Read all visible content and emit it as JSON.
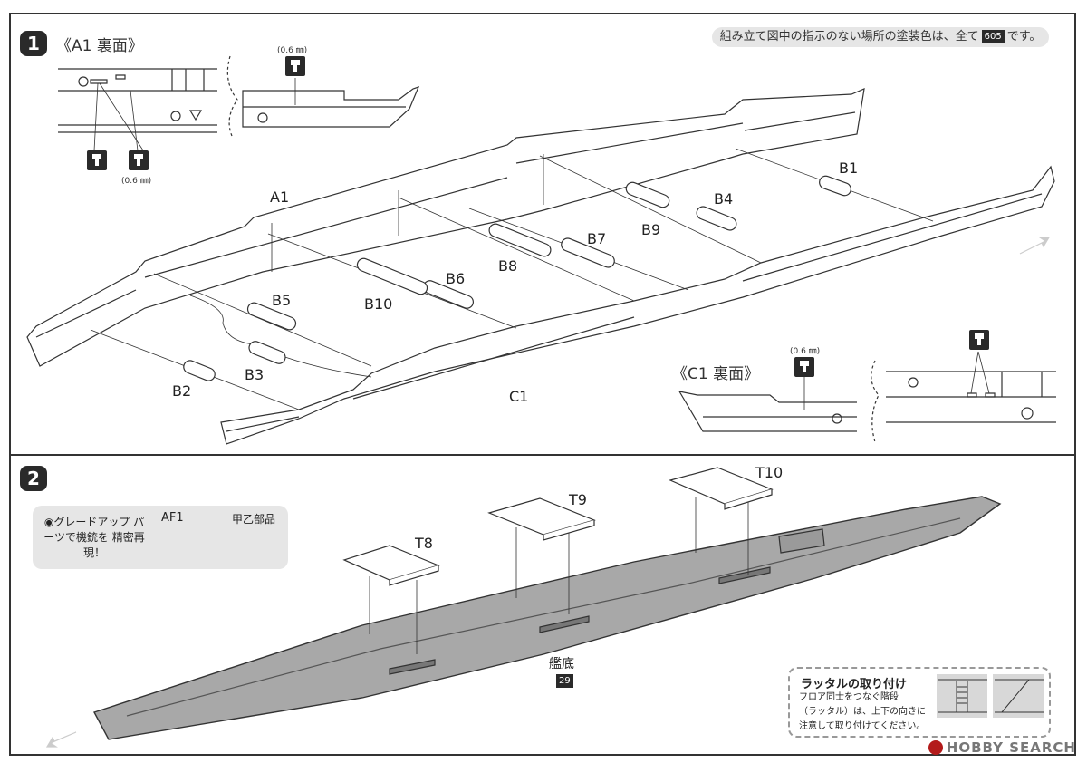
{
  "step1": {
    "number": "1",
    "a1_back_label": "《A1 裏面》",
    "c1_back_label": "《C1 裏面》",
    "paint_note_before": "組み立て図中の指示のない場所の塗装色は、全て",
    "paint_color_code": "605",
    "paint_note_after": "です。",
    "drill_size": "(0.6 ㎜)",
    "parts": {
      "a1": "A1",
      "c1": "C1",
      "b1": "B1",
      "b2": "B2",
      "b3": "B3",
      "b4": "B4",
      "b5": "B5",
      "b6": "B6",
      "b7": "B7",
      "b8": "B8",
      "b9": "B9",
      "b10": "B10"
    }
  },
  "step2": {
    "number": "2",
    "upgrade_text": "◉グレードアップ パーツで機銃を 精密再現！",
    "upgrade_from": "AF1",
    "upgrade_to": "甲乙部品",
    "parts": {
      "t8": "T8",
      "t9": "T9",
      "t10": "T10"
    },
    "hull_name": "艦底",
    "hull_code": "29",
    "ladder_title": "ラッタルの取り付け",
    "ladder_text_1": "フロア同士をつなぐ階段",
    "ladder_text_2": "（ラッタル）は、上下の向きに",
    "ladder_text_3": "注意して取り付けてください。"
  },
  "watermark": "HOBBY SEARCH"
}
